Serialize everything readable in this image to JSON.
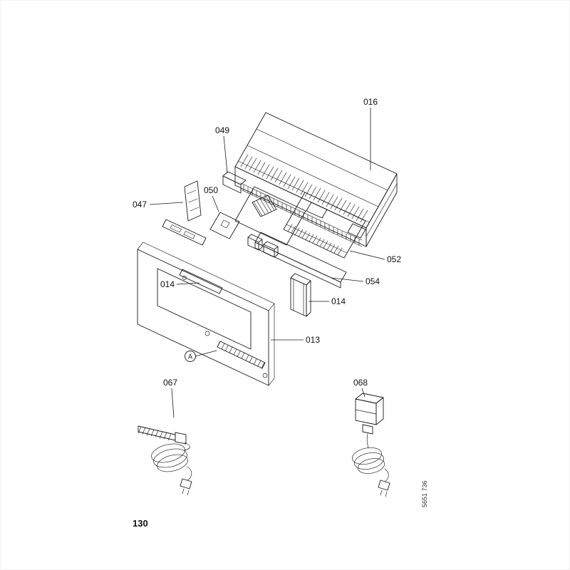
{
  "page": {
    "number": "130",
    "side_code": "5651 736"
  },
  "diagram": {
    "callouts": {
      "c016": "016",
      "c049": "049",
      "c047": "047",
      "c050": "050",
      "c052": "052",
      "c054": "054",
      "c014_left": "014",
      "c014_right": "014",
      "c013": "013",
      "c067": "067",
      "c068": "068"
    },
    "detail_marker": "A"
  }
}
